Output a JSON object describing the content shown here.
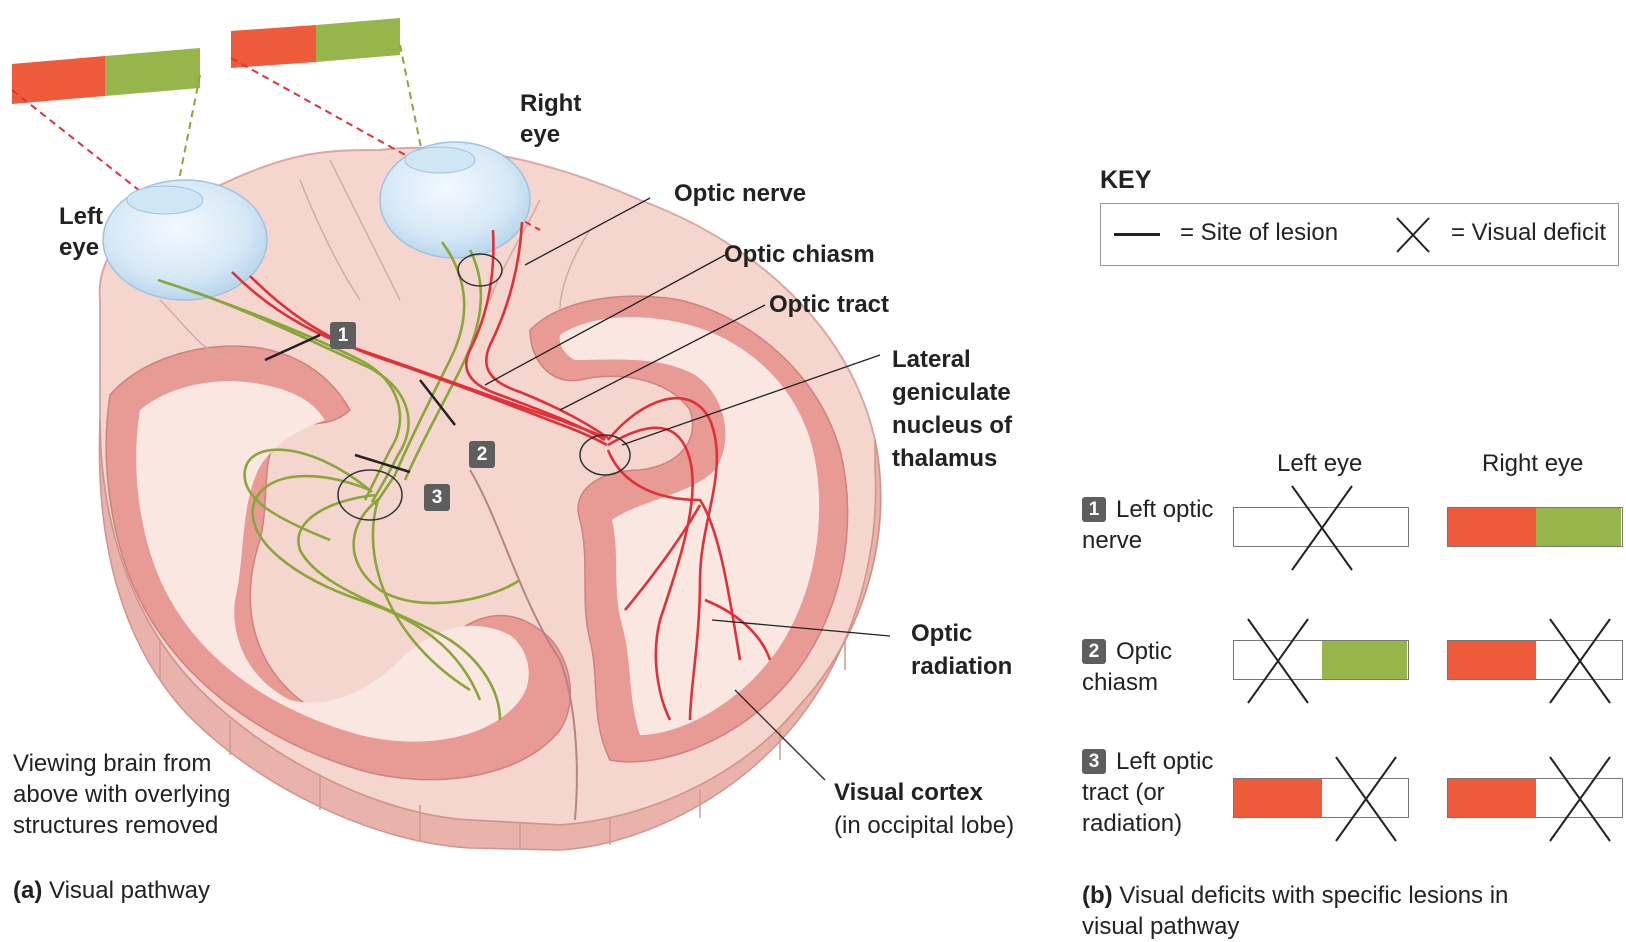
{
  "colors": {
    "left_field": "#ee5a3c",
    "right_field": "#96b54b",
    "red_path": "#e0313a",
    "green_path": "#8aa63a",
    "brain": "#f4cfc8",
    "cortex": "#e8a09b",
    "eye": "#d7e9f6",
    "tag": "#5e5e5e"
  },
  "panel_a": {
    "labels": {
      "right_eye": "Right\neye",
      "left_eye": "Left\neye",
      "optic_nerve": "Optic nerve",
      "optic_chiasm": "Optic chiasm",
      "optic_tract": "Optic tract",
      "lgn": "Lateral\ngeniculate\nnucleus of\nthalamus",
      "optic_radiation": "Optic\nradiation",
      "visual_cortex": "Visual cortex",
      "visual_cortex_sub": "(in occipital lobe)",
      "viewing_note": "Viewing brain from\nabove with overlying\nstructures removed"
    },
    "lesion_markers": [
      "1",
      "2",
      "3"
    ],
    "caption_letter": "(a)",
    "caption_text": "Visual pathway"
  },
  "panel_b": {
    "key": {
      "title": "KEY",
      "lesion_label": "= Site of lesion",
      "deficit_label": "= Visual deficit"
    },
    "columns": [
      "Left eye",
      "Right eye"
    ],
    "rows": [
      {
        "number": "1",
        "label": "Left optic\nnerve",
        "left_eye": {
          "left_half": "none",
          "right_half": "none",
          "crossed": [
            "whole"
          ]
        },
        "right_eye": {
          "left_half": "red",
          "right_half": "green",
          "crossed": []
        }
      },
      {
        "number": "2",
        "label": "Optic\nchiasm",
        "left_eye": {
          "left_half": "none",
          "right_half": "green",
          "crossed": [
            "left"
          ]
        },
        "right_eye": {
          "left_half": "red",
          "right_half": "none",
          "crossed": [
            "right"
          ]
        }
      },
      {
        "number": "3",
        "label": "Left optic\ntract (or\nradiation)",
        "left_eye": {
          "left_half": "red",
          "right_half": "none",
          "crossed": [
            "right"
          ]
        },
        "right_eye": {
          "left_half": "red",
          "right_half": "none",
          "crossed": [
            "right"
          ]
        }
      }
    ],
    "caption_letter": "(b)",
    "caption_text": "Visual deficits with specific lesions in\nvisual pathway"
  }
}
